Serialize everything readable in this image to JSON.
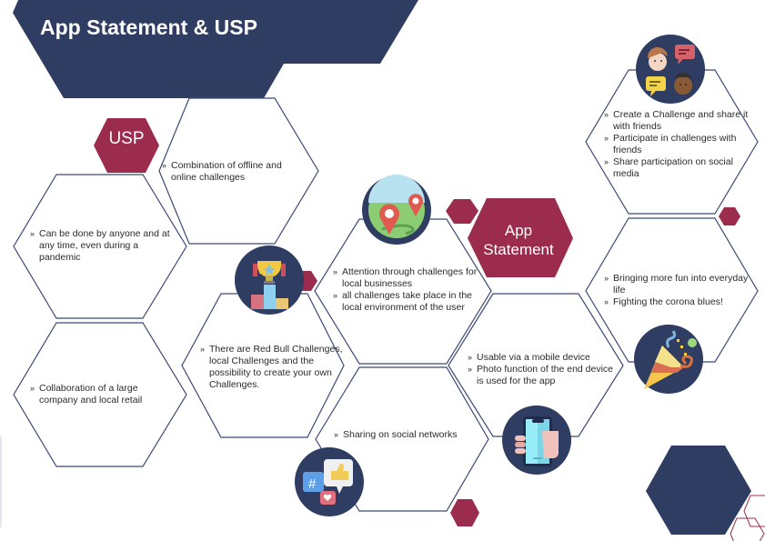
{
  "header": {
    "title": "App Statement & USP"
  },
  "badges": {
    "usp": "USP",
    "app_statement_line1": "App",
    "app_statement_line2": "Statement"
  },
  "colors": {
    "navy": "#303d63",
    "crimson": "#9c2c4d",
    "outline": "#3c4a76"
  },
  "hexagons": {
    "combination": {
      "items": [
        "Combination of offline and online challenges"
      ]
    },
    "anyone": {
      "items": [
        "Can be done by anyone and at any time, even during a pandemic"
      ]
    },
    "collaboration": {
      "items": [
        "Collaboration of a large company and local retail"
      ]
    },
    "redbull": {
      "icon": "trophy-icon",
      "items": [
        "There are Red Bull Challenges, local Challenges and the possibility to create your own Challenges."
      ]
    },
    "attention": {
      "icon": "map-pin-icon",
      "items": [
        "Attention through challenges for local businesses",
        "all challenges take place in the local environment of the user"
      ]
    },
    "sharing": {
      "icon": "social-media-icon",
      "items": [
        "Sharing on social networks"
      ]
    },
    "usable": {
      "icon": "smartphone-hand-icon",
      "items": [
        "Usable via a mobile device",
        "Photo function of the end device is used for the app"
      ]
    },
    "create": {
      "icon": "friends-chat-icon",
      "items": [
        "Create a Challenge and share it with friends",
        "Participate in challenges with friends",
        "Share participation on social media"
      ]
    },
    "fun": {
      "icon": "party-popper-icon",
      "items": [
        "Bringing more fun into everyday life",
        "Fighting the corona blues!"
      ]
    }
  }
}
